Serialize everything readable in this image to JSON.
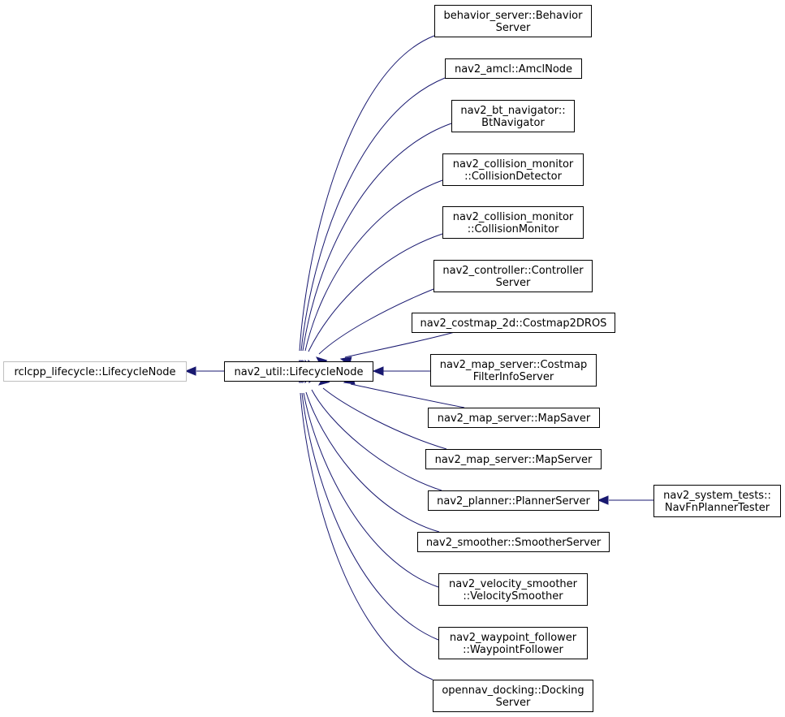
{
  "colors": {
    "edge": "#191970",
    "box_border": "#000000",
    "external_box_border": "#bfbfbf",
    "text": "#000000",
    "background": "#ffffff"
  },
  "nodes": {
    "rclcpp_lifecycle": {
      "lines": [
        "rclcpp_lifecycle::LifecycleNode"
      ]
    },
    "nav2_util_lifecycle": {
      "lines": [
        "nav2_util::LifecycleNode"
      ]
    },
    "behavior_server": {
      "lines": [
        "behavior_server::Behavior",
        "Server"
      ]
    },
    "nav2_amcl": {
      "lines": [
        "nav2_amcl::AmclNode"
      ]
    },
    "nav2_bt_navigator": {
      "lines": [
        "nav2_bt_navigator::",
        "BtNavigator"
      ]
    },
    "collision_detector": {
      "lines": [
        "nav2_collision_monitor",
        "::CollisionDetector"
      ]
    },
    "collision_monitor": {
      "lines": [
        "nav2_collision_monitor",
        "::CollisionMonitor"
      ]
    },
    "controller_server": {
      "lines": [
        "nav2_controller::Controller",
        "Server"
      ]
    },
    "costmap2dros": {
      "lines": [
        "nav2_costmap_2d::Costmap2DROS"
      ]
    },
    "costmap_filter_info": {
      "lines": [
        "nav2_map_server::Costmap",
        "FilterInfoServer"
      ]
    },
    "map_saver": {
      "lines": [
        "nav2_map_server::MapSaver"
      ]
    },
    "map_server": {
      "lines": [
        "nav2_map_server::MapServer"
      ]
    },
    "planner_server": {
      "lines": [
        "nav2_planner::PlannerServer"
      ]
    },
    "navfn_planner_tester": {
      "lines": [
        "nav2_system_tests::",
        "NavFnPlannerTester"
      ]
    },
    "smoother_server": {
      "lines": [
        "nav2_smoother::SmootherServer"
      ]
    },
    "velocity_smoother": {
      "lines": [
        "nav2_velocity_smoother",
        "::VelocitySmoother"
      ]
    },
    "waypoint_follower": {
      "lines": [
        "nav2_waypoint_follower",
        "::WaypointFollower"
      ]
    },
    "docking_server": {
      "lines": [
        "opennav_docking::Docking",
        "Server"
      ]
    }
  }
}
